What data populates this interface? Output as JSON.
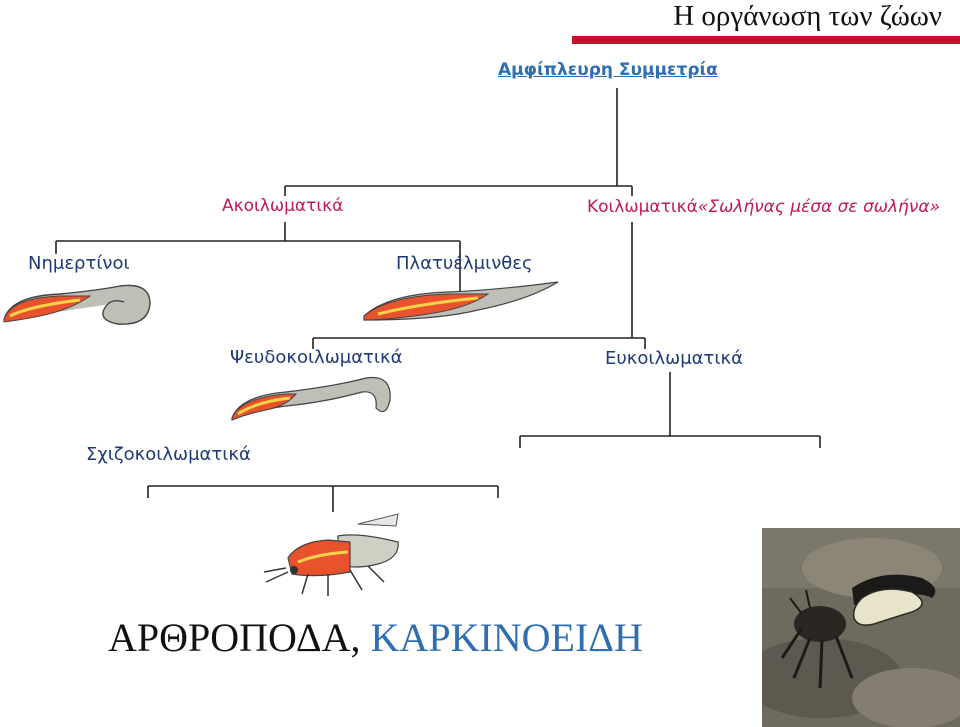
{
  "title": "Η οργάνωση των ζώων",
  "symmetry": "Αμφίπλευρη Συμμετρία",
  "acoelomates": "Ακοιλωματικά",
  "coelomates": "Κοιλωματικά",
  "coelomates_note": "«Σωλήνας μέσα σε σωλήνα»",
  "nemerteans": "Νημερτίνοι",
  "flatworms": "Πλατυέλμινθες",
  "pseudocoelomates": "Ψευδοκοιλωματικά",
  "eucoelomates": "Ευκοιλωματικά",
  "schizocoelomates": "Σχιζοκοιλωματικά",
  "arthropods": "ΑΡΘΡΟΠΟΔΑ,",
  "crustaceans": "ΚΑΡΚΙΝΟΕΙΔΗ",
  "colors": {
    "accent_red": "#c8102e",
    "label_pink": "#c2185b",
    "label_blue": "#1e3a78",
    "link_blue": "#2e6fb2"
  }
}
